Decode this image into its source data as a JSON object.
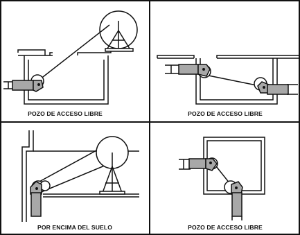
{
  "panels": [
    {
      "caption": "POZO DE ACCESO LIBRE"
    },
    {
      "caption": "POZO DE ACCESO LIBRE"
    },
    {
      "caption": "POR ENCIMA DEL SUELO"
    },
    {
      "caption": "POZO DE ACCESO LIBRE"
    }
  ],
  "colors": {
    "line": "#111111",
    "pipe_fill": "#a8a8a8",
    "background": "#ffffff"
  }
}
